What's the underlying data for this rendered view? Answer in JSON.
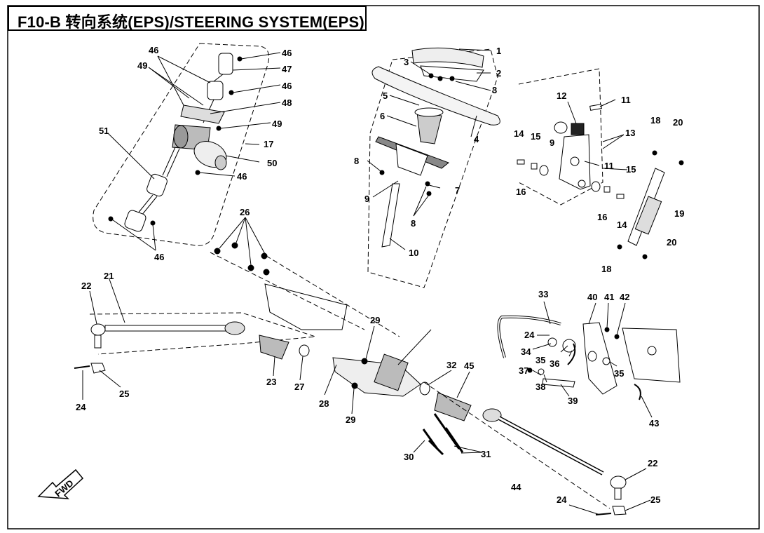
{
  "title": "F10-B 转向系统(EPS)/STEERING SYSTEM(EPS)",
  "fwd_label": "FWD",
  "callouts": {
    "c1": "1",
    "c2": "2",
    "c3a": "3",
    "c3b": "3",
    "c4": "4",
    "c5": "5",
    "c6": "6",
    "c7": "7",
    "c8a": "8",
    "c8b": "8",
    "c9a": "9",
    "c9b": "9",
    "c10": "10",
    "c11a": "11",
    "c11b": "11",
    "c12": "12",
    "c13": "13",
    "c14a": "14",
    "c14b": "14",
    "c15a": "15",
    "c15b": "15",
    "c16a": "16",
    "c16b": "16",
    "c17": "17",
    "c18a": "18",
    "c18b": "18",
    "c19": "19",
    "c20a": "20",
    "c20b": "20",
    "c21": "21",
    "c22a": "22",
    "c22b": "22",
    "c23": "23",
    "c24a": "24",
    "c24b": "24",
    "c24c": "24",
    "c25a": "25",
    "c25b": "25",
    "c26": "26",
    "c27": "27",
    "c28": "28",
    "c29a": "29",
    "c29b": "29",
    "c30": "30",
    "c31": "31",
    "c32": "32",
    "c33": "33",
    "c34": "34",
    "c35a": "35",
    "c35b": "35",
    "c36": "36",
    "c37": "37",
    "c38": "38",
    "c39": "39",
    "c40": "40",
    "c41": "41",
    "c42": "42",
    "c43": "43",
    "c44": "44",
    "c45": "45",
    "c46a": "46",
    "c46b": "46",
    "c46c": "46",
    "c46d": "46",
    "c46e": "46",
    "c47": "47",
    "c48": "48",
    "c49a": "49",
    "c49b": "49",
    "c50": "50",
    "c51": "51"
  }
}
